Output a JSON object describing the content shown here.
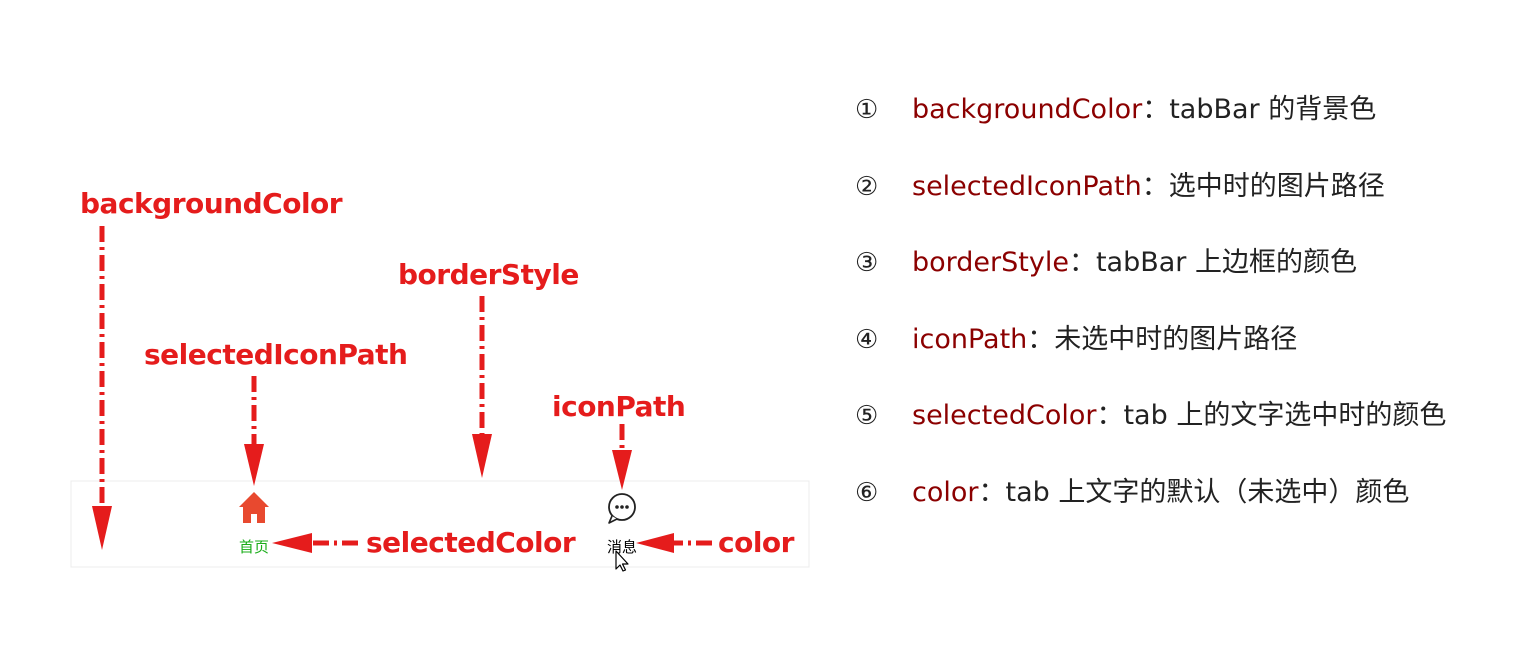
{
  "annotations": {
    "background_color": "backgroundColor",
    "border_style": "borderStyle",
    "selected_icon_path": "selectedIconPath",
    "icon_path": "iconPath",
    "selected_color": "selectedColor",
    "color": "color"
  },
  "tabbar": {
    "tabs": [
      {
        "label": "首页",
        "icon": "home-icon",
        "selected": true
      },
      {
        "label": "消息",
        "icon": "message-bubble-icon",
        "selected": false
      }
    ]
  },
  "legend": {
    "items": [
      {
        "num": "①",
        "prop": "backgroundColor",
        "sep": "：",
        "desc": "tabBar 的背景色"
      },
      {
        "num": "②",
        "prop": "selectedIconPath",
        "sep": "：",
        "desc": "选中时的图片路径"
      },
      {
        "num": "③",
        "prop": "borderStyle",
        "sep": "：",
        "desc": "tabBar 上边框的颜色"
      },
      {
        "num": "④",
        "prop": "iconPath",
        "sep": "：",
        "desc": "未选中时的图片路径"
      },
      {
        "num": "⑤",
        "prop": "selectedColor",
        "sep": "：",
        "desc": "tab 上的文字选中时的颜色"
      },
      {
        "num": "⑥",
        "prop": "color",
        "sep": "：",
        "desc": "tab 上文字的默认（未选中）颜色"
      }
    ]
  },
  "colors": {
    "annotation": "#e51c1c",
    "property_name": "#8b0000",
    "selected_tab_text": "#1aad19",
    "default_tab_text": "#000000",
    "home_icon": "#e8492f"
  }
}
